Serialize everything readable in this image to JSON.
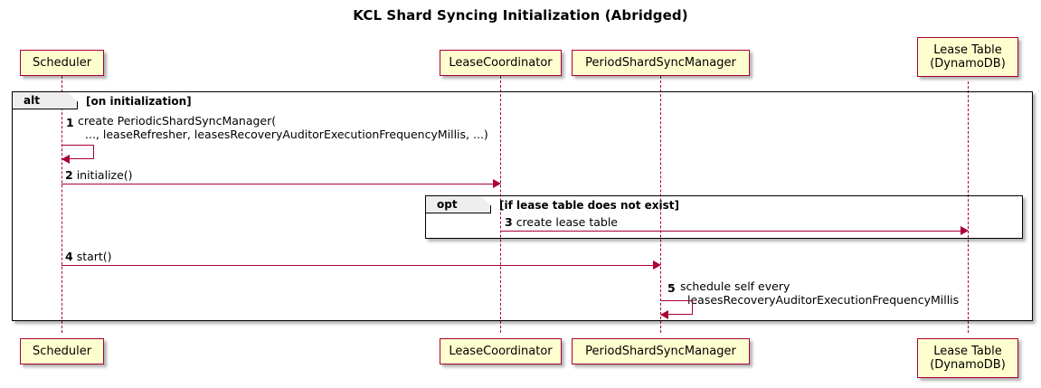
{
  "diagram": {
    "title": "KCL Shard Syncing Initialization (Abridged)",
    "type": "sequence-diagram",
    "colors": {
      "participant_fill": "#FEFECE",
      "participant_border": "#A80036",
      "lifeline": "#A80036",
      "arrow": "#A80036",
      "fragment_border": "#000000",
      "fragment_tab_fill": "#EEEEEE",
      "background": "#FFFFFF"
    }
  },
  "participants": [
    {
      "id": "scheduler",
      "label_line1": "Scheduler",
      "label_line2": ""
    },
    {
      "id": "lease_coordinator",
      "label_line1": "LeaseCoordinator",
      "label_line2": ""
    },
    {
      "id": "period_shard_sync_manager",
      "label_line1": "PeriodShardSyncManager",
      "label_line2": ""
    },
    {
      "id": "lease_table",
      "label_line1": "Lease Table",
      "label_line2": "(DynamoDB)"
    }
  ],
  "fragments": [
    {
      "id": "alt",
      "operator": "alt",
      "guard": "[on initialization]"
    },
    {
      "id": "opt",
      "operator": "opt",
      "guard": "[if lease table does not exist]"
    }
  ],
  "messages": [
    {
      "number": "1",
      "from": "scheduler",
      "to": "scheduler",
      "kind": "self",
      "text_line1": "create PeriodicShardSyncManager(",
      "text_line2": "..., leaseRefresher, leasesRecoveryAuditorExecutionFrequencyMillis, ...)"
    },
    {
      "number": "2",
      "from": "scheduler",
      "to": "lease_coordinator",
      "kind": "sync",
      "text_line1": "initialize()",
      "text_line2": ""
    },
    {
      "number": "3",
      "from": "lease_coordinator",
      "to": "lease_table",
      "kind": "sync",
      "text_line1": "create lease table",
      "text_line2": ""
    },
    {
      "number": "4",
      "from": "scheduler",
      "to": "period_shard_sync_manager",
      "kind": "sync",
      "text_line1": "start()",
      "text_line2": ""
    },
    {
      "number": "5",
      "from": "period_shard_sync_manager",
      "to": "period_shard_sync_manager",
      "kind": "self",
      "text_line1": "schedule self every",
      "text_line2": "leasesRecoveryAuditorExecutionFrequencyMillis"
    }
  ]
}
